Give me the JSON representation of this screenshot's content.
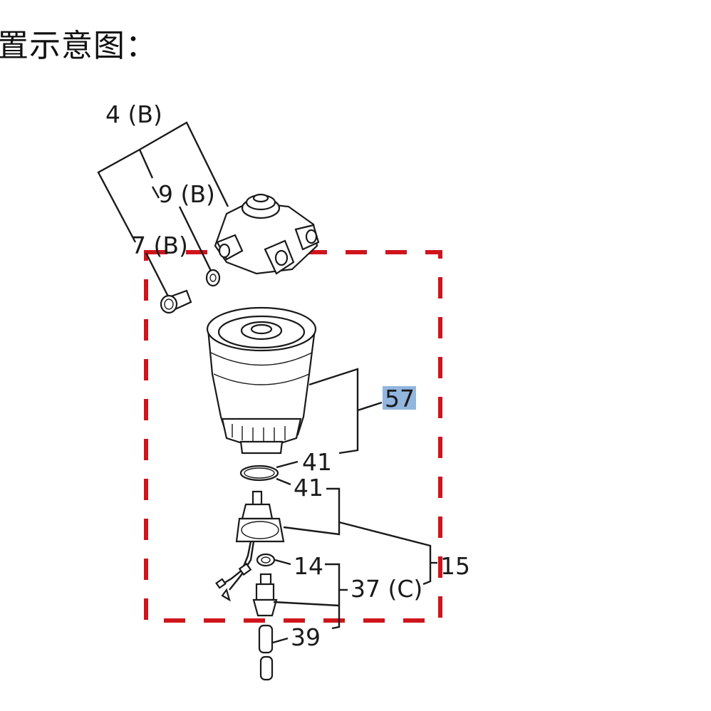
{
  "title": "置示意图：",
  "callouts": {
    "c4": "4 (B)",
    "c9": "9 (B)",
    "c7": "7 (B)",
    "c57": "57",
    "c41a": "41",
    "c41b": "41",
    "c15": "15",
    "c14": "14",
    "c37": "37 (C)",
    "c39": "39"
  },
  "colors": {
    "boundary": "#d0141c",
    "highlight": "#6e9ed3",
    "line": "#1a1a1a"
  }
}
